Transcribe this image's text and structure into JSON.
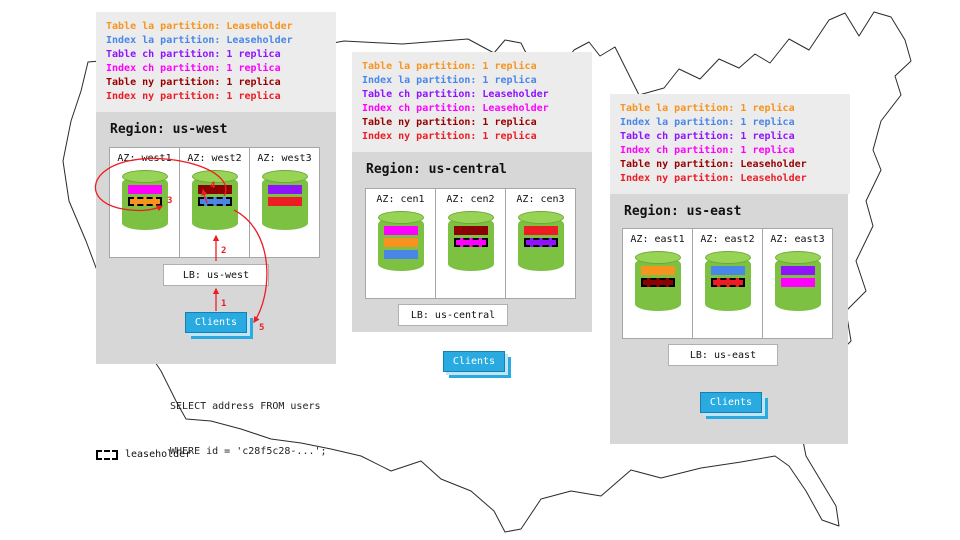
{
  "legend": {
    "label": "leaseholder"
  },
  "query": {
    "line1": "SELECT address FROM users",
    "line2": "WHERE id = 'c28f5c28-...';"
  },
  "flow_steps": {
    "s1": "1",
    "s2": "2",
    "s3": "3",
    "s4": "4",
    "s5": "5"
  },
  "regions": [
    {
      "id": "us-west",
      "title": "Region: us-west",
      "partition_info": [
        {
          "text": "Table la partition: Leaseholder",
          "color": "#f7931e"
        },
        {
          "text": "Index la partition: Leaseholder",
          "color": "#4a86e8"
        },
        {
          "text": "Table ch partition: 1 replica",
          "color": "#9013fe"
        },
        {
          "text": "Index ch partition: 1 replica",
          "color": "#ff00ff"
        },
        {
          "text": "Table ny partition: 1 replica",
          "color": "#990000"
        },
        {
          "text": "Index ny partition: 1 replica",
          "color": "#ed1c24"
        }
      ],
      "azs": [
        {
          "label": "AZ: west1",
          "bars": [
            {
              "color": "#ff00ff",
              "leaseholder": false
            },
            {
              "color": "#f7931e",
              "leaseholder": true
            }
          ]
        },
        {
          "label": "AZ: west2",
          "bars": [
            {
              "color": "#8b0000",
              "leaseholder": false
            },
            {
              "color": "#4a86e8",
              "leaseholder": true
            }
          ]
        },
        {
          "label": "AZ: west3",
          "bars": [
            {
              "color": "#9013fe",
              "leaseholder": false
            },
            {
              "color": "#ed1c24",
              "leaseholder": false
            }
          ]
        }
      ],
      "lb_label": "LB: us-west",
      "clients_label": "Clients"
    },
    {
      "id": "us-central",
      "title": "Region: us-central",
      "partition_info": [
        {
          "text": "Table la partition: 1 replica",
          "color": "#f7931e"
        },
        {
          "text": "Index la partition: 1 replica",
          "color": "#4a86e8"
        },
        {
          "text": "Table ch partition: Leaseholder",
          "color": "#9013fe"
        },
        {
          "text": "Index ch partition: Leaseholder",
          "color": "#ff00ff"
        },
        {
          "text": "Table ny partition: 1 replica",
          "color": "#990000"
        },
        {
          "text": "Index ny partition: 1 replica",
          "color": "#ed1c24"
        }
      ],
      "azs": [
        {
          "label": "AZ: cen1",
          "bars": [
            {
              "color": "#ff00ff",
              "leaseholder": false
            },
            {
              "color": "#f7931e",
              "leaseholder": false
            },
            {
              "color": "#4a86e8",
              "leaseholder": false
            }
          ]
        },
        {
          "label": "AZ: cen2",
          "bars": [
            {
              "color": "#8b0000",
              "leaseholder": false
            },
            {
              "color": "#ff00ff",
              "leaseholder": true
            }
          ]
        },
        {
          "label": "AZ: cen3",
          "bars": [
            {
              "color": "#ed1c24",
              "leaseholder": false
            },
            {
              "color": "#9013fe",
              "leaseholder": true
            }
          ]
        }
      ],
      "lb_label": "LB: us-central",
      "clients_label": "Clients"
    },
    {
      "id": "us-east",
      "title": "Region: us-east",
      "partition_info": [
        {
          "text": "Table la partition: 1 replica",
          "color": "#f7931e"
        },
        {
          "text": "Index la partition: 1 replica",
          "color": "#4a86e8"
        },
        {
          "text": "Table ch partition: 1 replica",
          "color": "#9013fe"
        },
        {
          "text": "Index ch partition: 1 replica",
          "color": "#ff00ff"
        },
        {
          "text": "Table ny partition: Leaseholder",
          "color": "#990000"
        },
        {
          "text": "Index ny partition: Leaseholder",
          "color": "#ed1c24"
        }
      ],
      "azs": [
        {
          "label": "AZ: east1",
          "bars": [
            {
              "color": "#f7931e",
              "leaseholder": false
            },
            {
              "color": "#8b0000",
              "leaseholder": true
            }
          ]
        },
        {
          "label": "AZ: east2",
          "bars": [
            {
              "color": "#4a86e8",
              "leaseholder": false
            },
            {
              "color": "#ed1c24",
              "leaseholder": true
            }
          ]
        },
        {
          "label": "AZ: east3",
          "bars": [
            {
              "color": "#9013fe",
              "leaseholder": false
            },
            {
              "color": "#ff00ff",
              "leaseholder": false
            }
          ]
        }
      ],
      "lb_label": "LB: us-east",
      "clients_label": "Clients"
    }
  ]
}
